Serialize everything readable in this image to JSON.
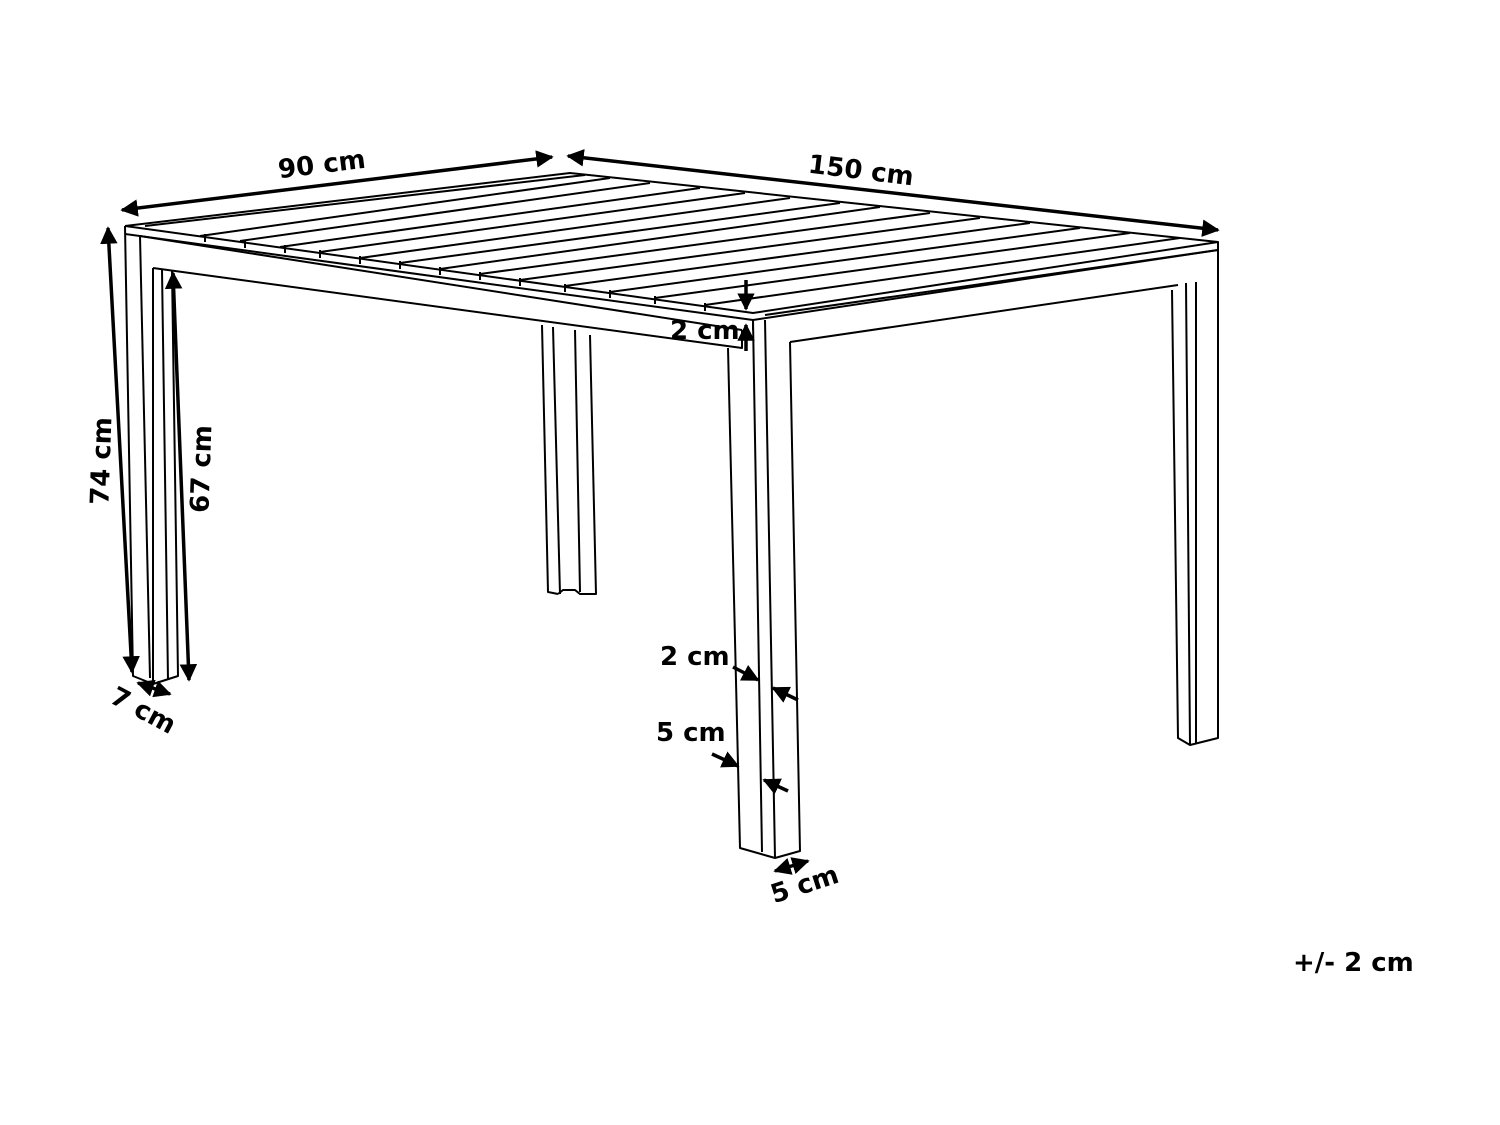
{
  "diagram": {
    "subject": "Rectangular outdoor dining table with slatted top",
    "dimensions": {
      "depth": "90 cm",
      "length": "150 cm",
      "total_height": "74 cm",
      "clearance_height": "67 cm",
      "top_thickness": "2 cm",
      "leg_width": "7 cm",
      "leg_side_a": "5 cm",
      "leg_side_b": "5 cm",
      "leg_groove": "2 cm"
    },
    "tolerance": "+/- 2 cm",
    "colors": {
      "line": "#000000",
      "background": "#ffffff"
    }
  }
}
